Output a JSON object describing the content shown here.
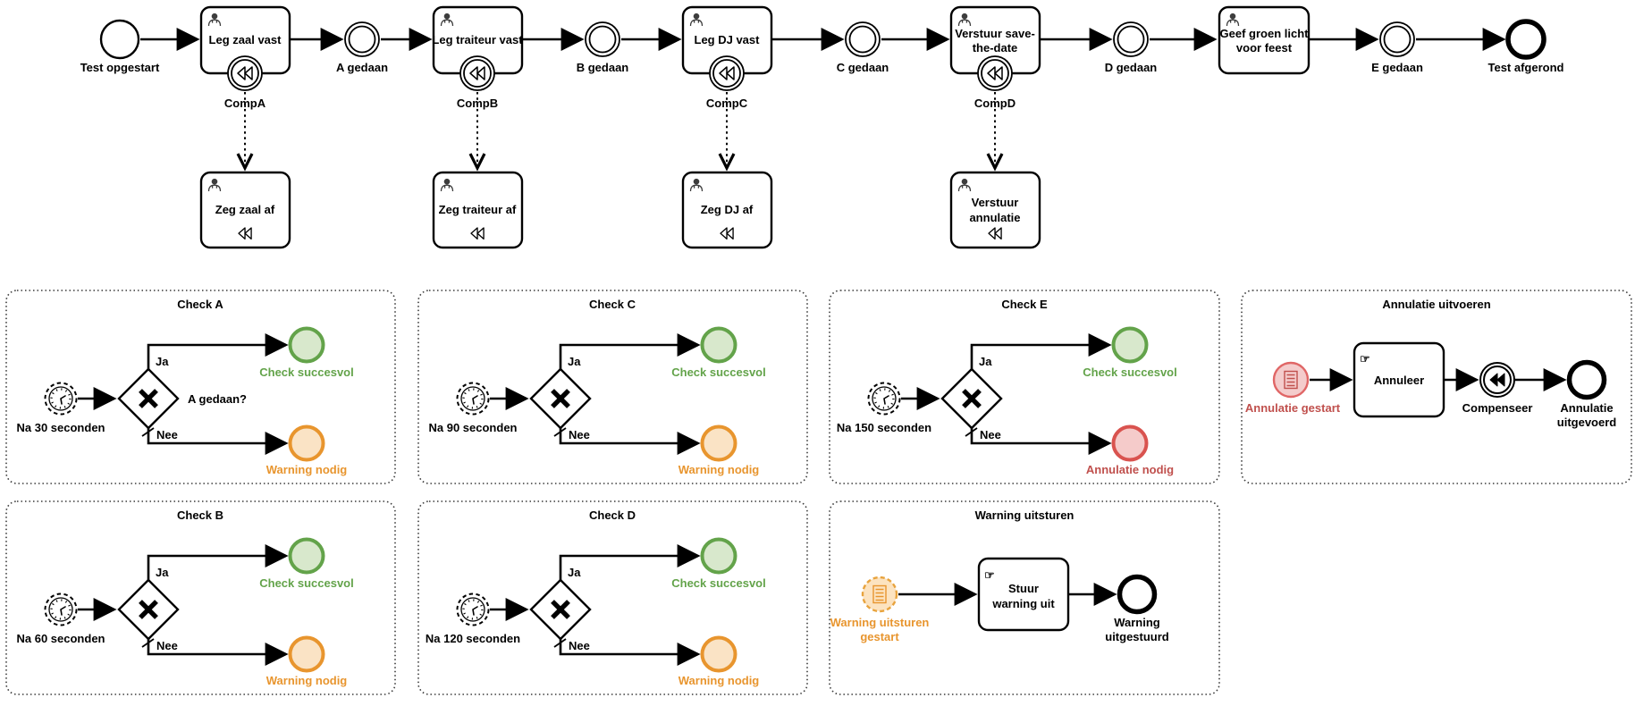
{
  "main": {
    "start_label": "Test opgestart",
    "end_label": "Test afgerond",
    "tasks": [
      {
        "line1": "Leg zaal vast",
        "comp_label": "CompA"
      },
      {
        "line1": "Leg traiteur vast",
        "comp_label": "CompB"
      },
      {
        "line1": "Leg DJ vast",
        "comp_label": "CompC"
      },
      {
        "line1": "Verstuur save-",
        "line2": "the-date",
        "comp_label": "CompD"
      },
      {
        "line1": "Geef groen licht",
        "line2": "voor feest"
      }
    ],
    "milestones": [
      {
        "label": "A gedaan"
      },
      {
        "label": "B gedaan"
      },
      {
        "label": "C gedaan"
      },
      {
        "label": "D gedaan"
      },
      {
        "label": "E gedaan"
      }
    ],
    "comp_tasks": [
      {
        "line1": "Zeg zaal af"
      },
      {
        "line1": "Zeg traiteur af"
      },
      {
        "line1": "Zeg DJ af"
      },
      {
        "line1": "Verstuur",
        "line2": "annulatie"
      }
    ]
  },
  "checks": [
    {
      "title": "Check A",
      "timer_label": "Na 30 seconden",
      "question": "A gedaan?",
      "yes_label": "Ja",
      "no_label": "Nee",
      "ok_label": "Check succesvol",
      "bad_label": "Warning nodig"
    },
    {
      "title": "Check B",
      "timer_label": "Na 60 seconden",
      "yes_label": "Ja",
      "no_label": "Nee",
      "ok_label": "Check succesvol",
      "bad_label": "Warning nodig"
    },
    {
      "title": "Check C",
      "timer_label": "Na 90 seconden",
      "yes_label": "Ja",
      "no_label": "Nee",
      "ok_label": "Check succesvol",
      "bad_label": "Warning nodig"
    },
    {
      "title": "Check D",
      "timer_label": "Na 120 seconden",
      "yes_label": "Ja",
      "no_label": "Nee",
      "ok_label": "Check succesvol",
      "bad_label": "Warning nodig"
    },
    {
      "title": "Check E",
      "timer_label": "Na 150 seconden",
      "yes_label": "Ja",
      "no_label": "Nee",
      "ok_label": "Check succesvol",
      "bad_label": "Annulatie nodig"
    }
  ],
  "annulatie_box": {
    "title": "Annulatie uitvoeren",
    "start_label": "Annulatie gestart",
    "task_label": "Annuleer",
    "comp_event_label": "Compenseer",
    "end_line1": "Annulatie",
    "end_line2": "uitgevoerd"
  },
  "warning_box": {
    "title": "Warning uitsturen",
    "start_line1": "Warning uitsturen",
    "start_line2": "gestart",
    "task_line1": "Stuur",
    "task_line2": "warning uit",
    "end_line1": "Warning",
    "end_line2": "uitgestuurd"
  },
  "colors": {
    "success_stroke": "#63a34a",
    "success_fill": "#d8e8cc",
    "warning_stroke": "#e8952e",
    "warning_fill": "#fae3c5",
    "danger_stroke": "#d9534f",
    "danger_fill": "#f5cbca",
    "red_event_stroke": "#e06666",
    "red_event_fill": "#f4cccc",
    "red_text": "#c0504d"
  }
}
